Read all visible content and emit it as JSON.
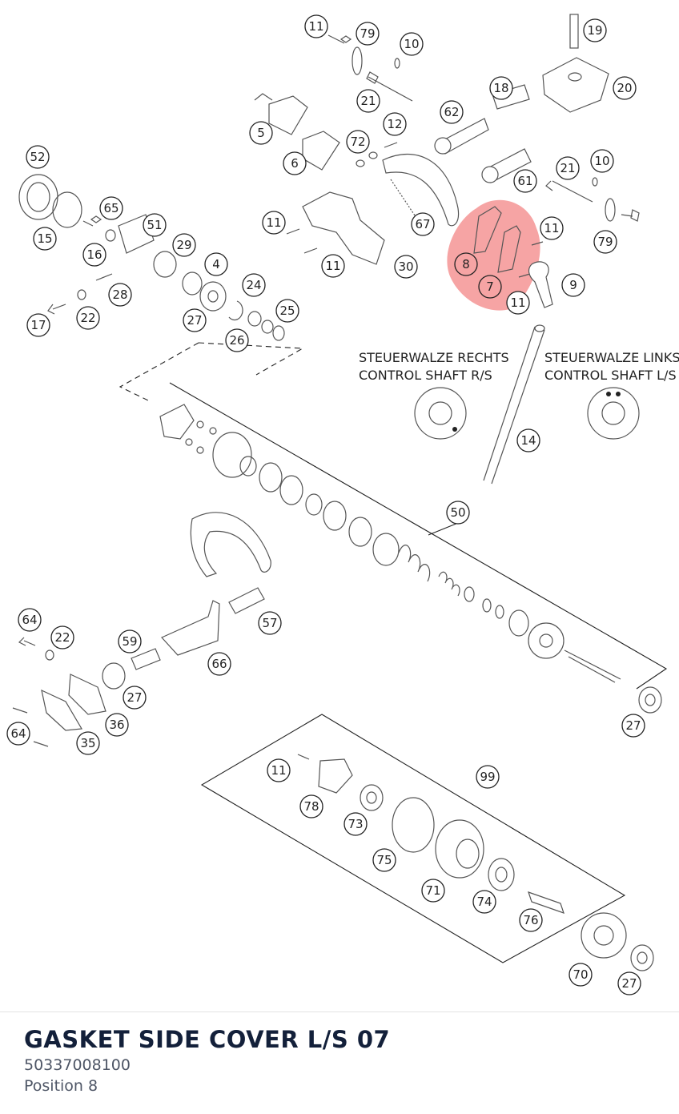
{
  "diagram": {
    "highlight_color": "#ee5a5a",
    "callouts": [
      "11",
      "79",
      "10",
      "19",
      "20",
      "21",
      "18",
      "62",
      "5",
      "12",
      "72",
      "6",
      "52",
      "21",
      "10",
      "61",
      "65",
      "51",
      "15",
      "16",
      "67",
      "11",
      "11",
      "79",
      "29",
      "4",
      "28",
      "11",
      "30",
      "8",
      "7",
      "11",
      "9",
      "24",
      "22",
      "17",
      "27",
      "25",
      "26",
      "14",
      "50",
      "64",
      "22",
      "59",
      "57",
      "66",
      "27",
      "36",
      "64",
      "35",
      "27",
      "99",
      "11",
      "78",
      "73",
      "75",
      "71",
      "74",
      "76",
      "70",
      "27"
    ],
    "legend_right": {
      "line1": "STEUERWALZE RECHTS",
      "line2": "CONTROL SHAFT R/S"
    },
    "legend_left": {
      "line1": "STEUERWALZE LINKS",
      "line2": "CONTROL SHAFT L/S"
    }
  },
  "part": {
    "title": "GASKET SIDE COVER L/S 07",
    "number": "50337008100",
    "position_label": "Position 8"
  }
}
